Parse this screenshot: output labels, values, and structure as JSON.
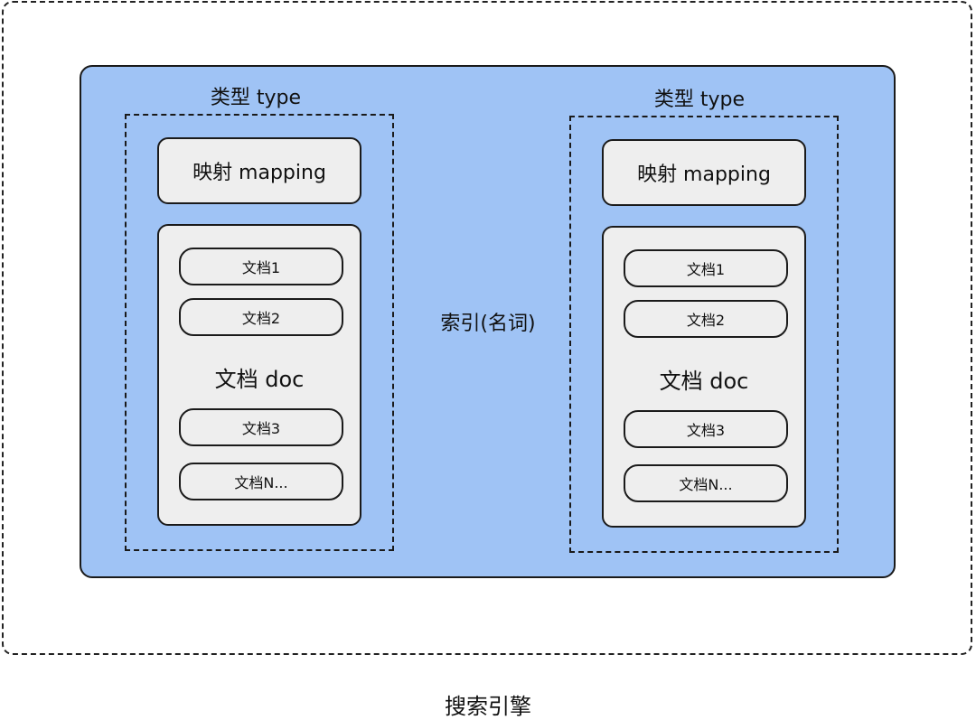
{
  "engine": {
    "label": "搜索引擎"
  },
  "index": {
    "label": "索引(名词)"
  },
  "types": [
    {
      "title": "类型 type",
      "mapping": "映射 mapping",
      "doc_title": "文档 doc",
      "docs": [
        "文档1",
        "文档2",
        "文档3",
        "文档N..."
      ]
    },
    {
      "title": "类型 type",
      "mapping": "映射 mapping",
      "doc_title": "文档 doc",
      "docs": [
        "文档1",
        "文档2",
        "文档3",
        "文档N..."
      ]
    }
  ]
}
